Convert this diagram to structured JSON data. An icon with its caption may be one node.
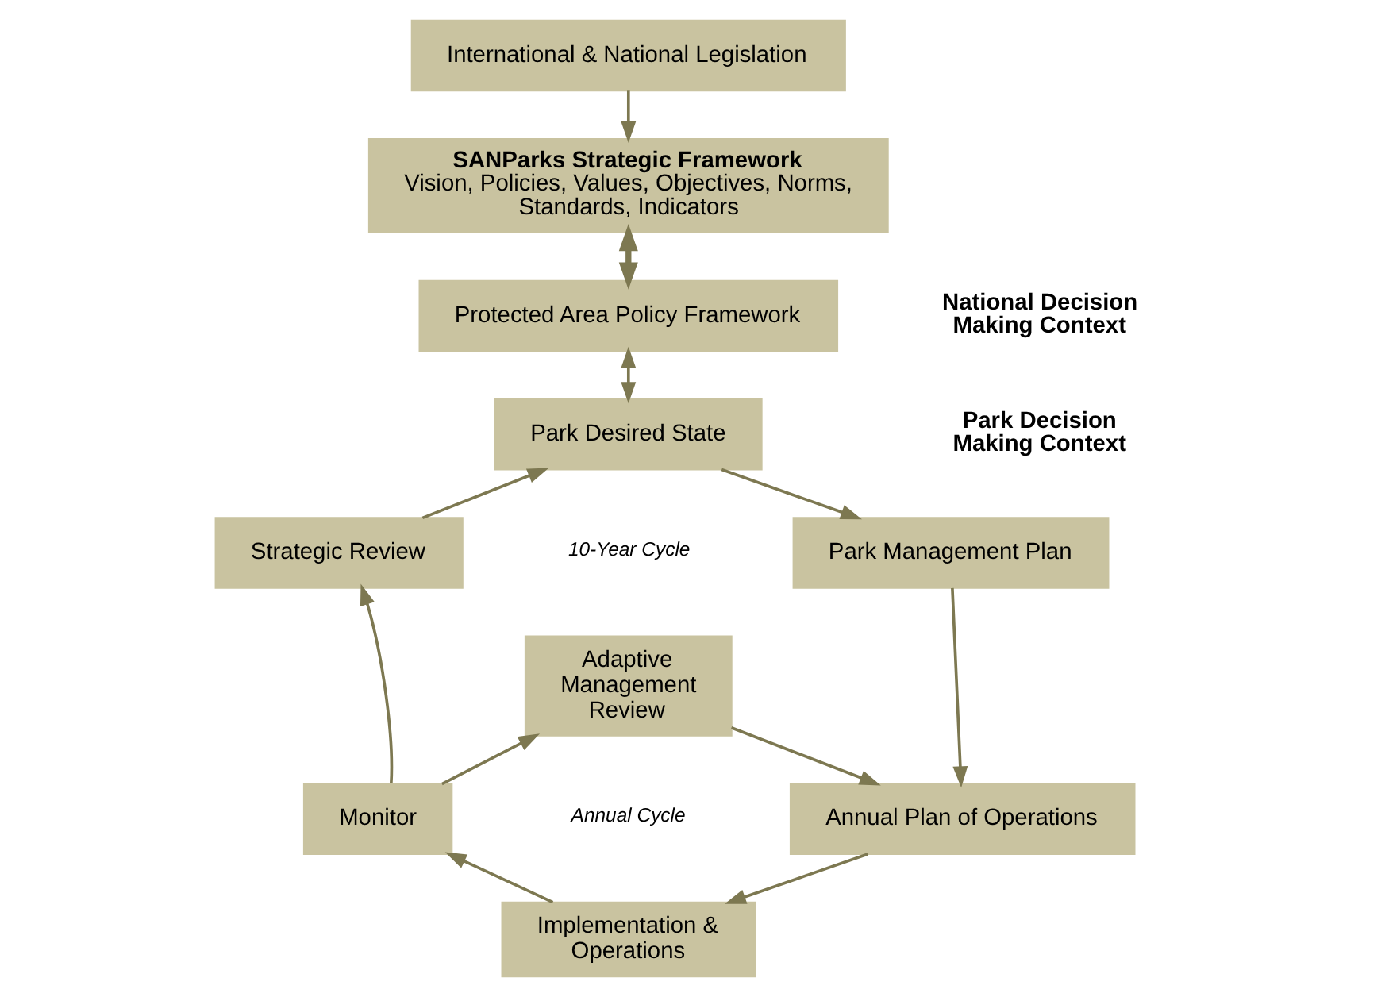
{
  "diagram": {
    "nodes": [
      {
        "text": [
          "International & National Legislation"
        ]
      },
      {
        "text": [
          "SANParks Strategic Framework",
          "Vision, Policies, Values, Objectives, Norms, Standards, Indicators"
        ]
      },
      {
        "text": [
          "Protected Area Policy Framework"
        ]
      },
      {
        "text": [
          "Park Desired State"
        ]
      },
      {
        "text": [
          "Strategic Review"
        ]
      },
      {
        "text": [
          "Park Management Plan"
        ]
      },
      {
        "text": [
          "Adaptive Management Review"
        ]
      },
      {
        "text": [
          "Monitor"
        ]
      },
      {
        "text": [
          "Annual Plan of Operations"
        ]
      },
      {
        "text": [
          "Implementation & Operations"
        ]
      }
    ],
    "edges": [
      {
        "from": 0,
        "to": 1,
        "arrow": "to"
      },
      {
        "from": 1,
        "to": 2,
        "arrow": "both",
        "style": "thick"
      },
      {
        "from": 2,
        "to": 3,
        "arrow": "both"
      },
      {
        "from": 4,
        "to": 3,
        "arrow": "to"
      },
      {
        "from": 3,
        "to": 5,
        "arrow": "to"
      },
      {
        "from": 5,
        "to": 8,
        "arrow": "to"
      },
      {
        "from": 8,
        "to": 9,
        "arrow": "to"
      },
      {
        "from": 9,
        "to": 7,
        "arrow": "to"
      },
      {
        "from": 7,
        "to": 4,
        "arrow": "to"
      },
      {
        "from": 7,
        "to": 6,
        "arrow": "to"
      },
      {
        "from": 6,
        "to": 8,
        "arrow": "to"
      }
    ],
    "labels": [
      "National Decision Making Context",
      "Park Decision Making Context",
      "10-Year Cycle",
      "Annual Cycle"
    ]
  }
}
